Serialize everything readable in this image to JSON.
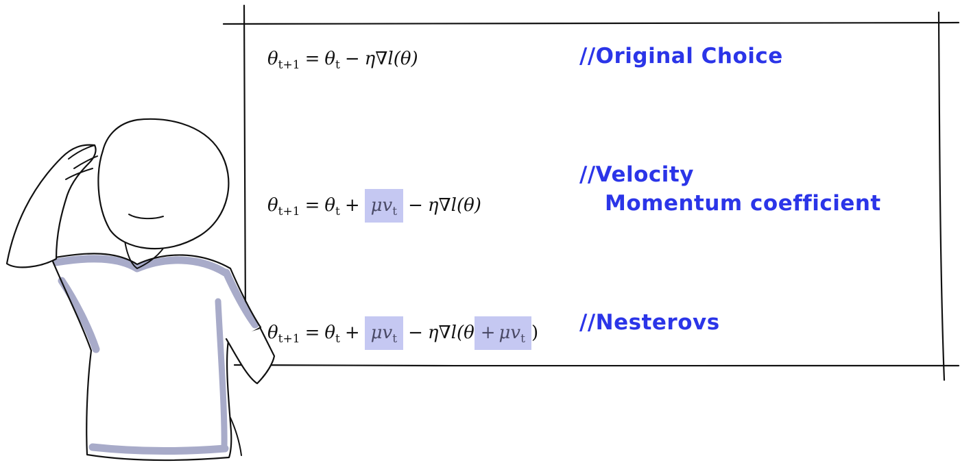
{
  "equations": {
    "original": {
      "lhs_var": "θ",
      "lhs_sub": "t+1",
      "eq_sign": "=",
      "theta": "θ",
      "theta_sub": "t",
      "minus": "−",
      "grad_term": "η∇l(θ)"
    },
    "velocity": {
      "lhs_var": "θ",
      "lhs_sub": "t+1",
      "eq_sign": "=",
      "theta": "θ",
      "theta_sub": "t",
      "plus": "+",
      "mu_v": "μv",
      "mu_v_sub": "t",
      "minus": "−",
      "grad_term": "η∇l(θ)"
    },
    "nesterov": {
      "lhs_var": "θ",
      "lhs_sub": "t+1",
      "eq_sign": "=",
      "theta": "θ",
      "theta_sub": "t",
      "plus": "+",
      "mu_v": "μv",
      "mu_v_sub": "t",
      "minus": "−",
      "grad_open": "η∇l(θ",
      "inner_plus": "+",
      "inner_mu_v": "μv",
      "inner_mu_v_sub": "t",
      "grad_close": ")"
    }
  },
  "notes": {
    "original": "//Original Choice",
    "velocity_line1": "//Velocity",
    "velocity_line2": "Momentum coefficient",
    "nesterov": "//Nesterovs"
  },
  "colors": {
    "note_text": "#2b35e8",
    "highlight": "#c5c8f2",
    "shirt_trim": "#a8abc9",
    "ink": "#111111"
  }
}
